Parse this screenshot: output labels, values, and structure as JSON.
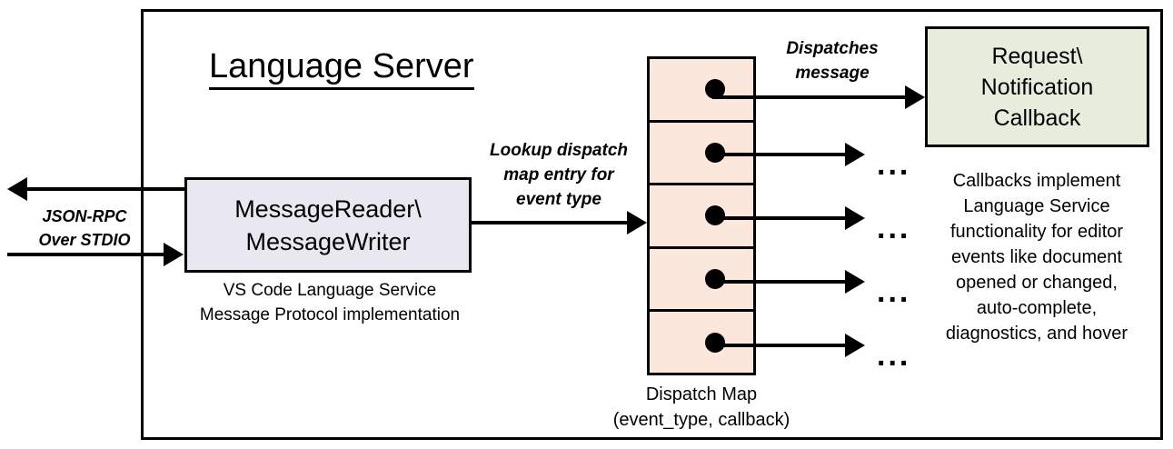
{
  "diagram": {
    "title": "Language Server",
    "outer_border_color": "#000000"
  },
  "left_io": {
    "label_line1": "JSON-RPC",
    "label_line2": "Over STDIO",
    "outbound_arrow": "arrow-left-icon",
    "inbound_arrow": "arrow-right-icon"
  },
  "message_box": {
    "line1": "MessageReader\\",
    "line2": "MessageWriter",
    "fill": "#E9E7EF",
    "caption_line1": "VS Code Language Service",
    "caption_line2": "Message Protocol implementation"
  },
  "lookup_edge": {
    "line1": "Lookup dispatch",
    "line2": "map entry for",
    "line3": "event type"
  },
  "dispatch_map": {
    "fill": "#FBE7DB",
    "cell_count": 5,
    "caption_line1": "Dispatch Map",
    "caption_line2": "(event_type, callback)",
    "rows": [
      {
        "dot": "filled-dot-icon",
        "trailing": ""
      },
      {
        "dot": "filled-dot-icon",
        "trailing": "..."
      },
      {
        "dot": "filled-dot-icon",
        "trailing": "..."
      },
      {
        "dot": "filled-dot-icon",
        "trailing": "..."
      },
      {
        "dot": "filled-dot-icon",
        "trailing": "..."
      }
    ]
  },
  "dispatch_edge": {
    "line1": "Dispatches",
    "line2": "message"
  },
  "callback_box": {
    "line1": "Request\\",
    "line2": "Notification",
    "line3": "Callback",
    "fill": "#E7EDDD",
    "caption_line1": "Callbacks implement",
    "caption_line2": "Language Service",
    "caption_line3": "functionality for editor",
    "caption_line4": "events like document",
    "caption_line5": "opened or changed,",
    "caption_line6": "auto-complete,",
    "caption_line7": "diagnostics, and hover"
  }
}
